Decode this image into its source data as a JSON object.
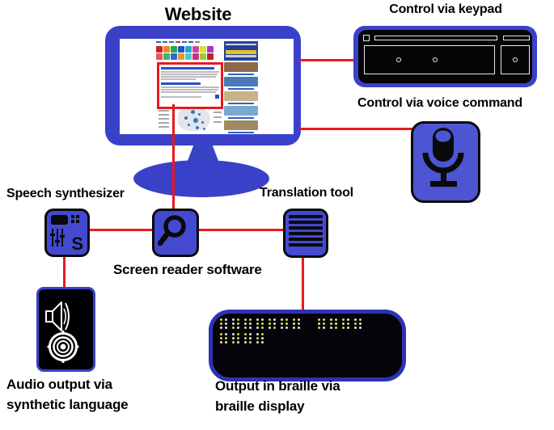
{
  "title": {
    "website": "Website"
  },
  "labels": {
    "keypad": "Control via keypad",
    "voice": "Control via voice command",
    "speech_synth": "Speech synthesizer",
    "translation": "Translation tool",
    "screen_reader": "Screen reader software",
    "audio_output": [
      "Audio output via",
      "synthetic language"
    ],
    "braille_output": [
      "Output in braille via",
      "braille display"
    ]
  },
  "icons": {
    "speech_synth_letter": "S"
  },
  "colors": {
    "device_blue": "#3a41c9",
    "icon_blue": "#434ad0",
    "mic_blue": "#4d55d2",
    "connector_red": "#e8191f",
    "braille_border_blue": "#2c34b4",
    "braille_dot_yellow": "#d8d838",
    "braille_dot_white": "#e0e0e0",
    "highlight_red": "#e8191f"
  },
  "screen": {
    "header_dash_colors": [
      "#2f5bbf",
      "#3a66cc",
      "#3a66cc",
      "#c23333",
      "#3a66cc",
      "#2f5bbf",
      "#888888"
    ],
    "cube_colors": [
      "#cc2222",
      "#ee8822",
      "#22aa55",
      "#2255cc",
      "#22aacc",
      "#cc44aa",
      "#dddd33",
      "#aa33cc",
      "#ee5555",
      "#33bb66",
      "#3366cc",
      "#dd9933",
      "#44cccc",
      "#cc3377",
      "#99cc33",
      "#bb2222"
    ],
    "thumb_colors": [
      "#8a6a4a",
      "#4a7ab5",
      "#c9b289",
      "#7aa8d0",
      "#a08a60"
    ],
    "map_dots": [
      [
        16,
        5,
        5
      ],
      [
        25,
        9,
        3
      ],
      [
        8,
        13,
        4
      ],
      [
        19,
        15,
        6
      ],
      [
        29,
        19,
        3
      ],
      [
        12,
        22,
        3
      ],
      [
        22,
        25,
        4
      ],
      [
        31,
        27,
        3
      ]
    ]
  },
  "braille": {
    "row1": [
      "ywywww",
      "wywyyw",
      "yywwyw",
      "wwyywy",
      "ywywwy",
      "wyyyww",
      "ywwyww",
      "GAP",
      "yywyyw",
      "wyywwy",
      "ywwyyw",
      "wyywww"
    ],
    "row2": [
      "ywyyww",
      "wywyyw",
      "ywywwy",
      "wyywww"
    ]
  }
}
